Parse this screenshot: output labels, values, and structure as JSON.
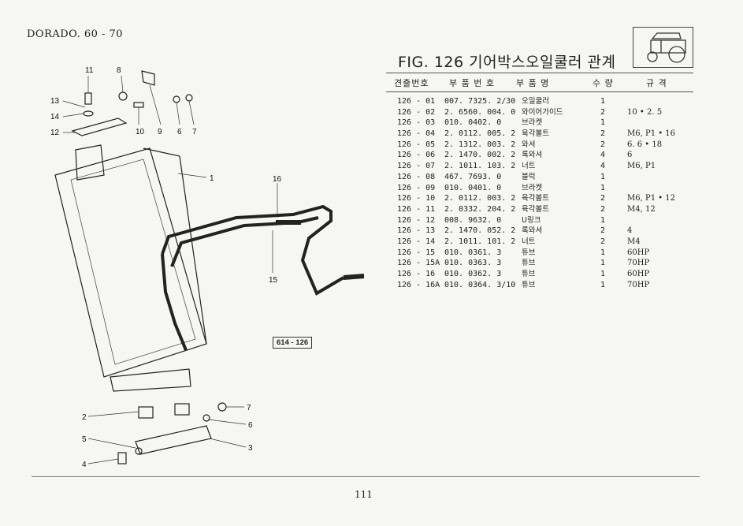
{
  "header": {
    "model": "DORADO. 60 - 70",
    "figure_title": "FIG. 126 기어박스오일쿨러 관계"
  },
  "columns": {
    "item_no": "견출번호",
    "part_no": "부 품 번 호",
    "part_name": "부 품 명",
    "qty": "수 량",
    "spec": "규 격"
  },
  "parts": [
    {
      "item": "126 - 01",
      "part_no": "007. 7325. 2/30",
      "name": "오일쿨러",
      "qty": "1",
      "spec": ""
    },
    {
      "item": "126 - 02",
      "part_no": "2. 6560. 004. 0",
      "name": "와이어가이드",
      "qty": "2",
      "spec": "10 • 2. 5"
    },
    {
      "item": "126 - 03",
      "part_no": "010. 0402. 0",
      "name": "브라켓",
      "qty": "1",
      "spec": ""
    },
    {
      "item": "126 - 04",
      "part_no": "2. 0112. 005. 2",
      "name": "육각볼트",
      "qty": "2",
      "spec": "M6, P1 • 16"
    },
    {
      "item": "126 - 05",
      "part_no": "2. 1312. 003. 2",
      "name": "와셔",
      "qty": "2",
      "spec": "6. 6 • 18"
    },
    {
      "item": "126 - 06",
      "part_no": "2. 1470. 002. 2",
      "name": "록와셔",
      "qty": "4",
      "spec": "6"
    },
    {
      "item": "126 - 07",
      "part_no": "2. 1011. 103. 2",
      "name": "너트",
      "qty": "4",
      "spec": "M6, P1"
    },
    {
      "item": "126 - 08",
      "part_no": "467. 7693. 0",
      "name": "블럭",
      "qty": "1",
      "spec": ""
    },
    {
      "item": "126 - 09",
      "part_no": "010. 0401. 0",
      "name": "브라켓",
      "qty": "1",
      "spec": ""
    },
    {
      "item": "126 - 10",
      "part_no": "2. 0112. 003. 2",
      "name": "육각볼트",
      "qty": "2",
      "spec": "M6, P1 • 12"
    },
    {
      "item": "126 - 11",
      "part_no": "2. 0332. 204. 2",
      "name": "육각볼트",
      "qty": "2",
      "spec": "M4, 12"
    },
    {
      "item": "126 - 12",
      "part_no": "008. 9632. 0",
      "name": "U링크",
      "qty": "1",
      "spec": ""
    },
    {
      "item": "126 - 13",
      "part_no": "2. 1470. 052. 2",
      "name": "록와셔",
      "qty": "2",
      "spec": "4"
    },
    {
      "item": "126 - 14",
      "part_no": "2. 1011. 101. 2",
      "name": "너트",
      "qty": "2",
      "spec": "M4"
    },
    {
      "item": "126 - 15",
      "part_no": "010. 0361. 3",
      "name": "튜브",
      "qty": "1",
      "spec": "60HP"
    },
    {
      "item": "126 - 15A",
      "part_no": "010. 0363. 3",
      "name": "튜브",
      "qty": "1",
      "spec": "70HP"
    },
    {
      "item": "126 - 16",
      "part_no": "010. 0362. 3",
      "name": "튜브",
      "qty": "1",
      "spec": "60HP"
    },
    {
      "item": "126 - 16A",
      "part_no": "010. 0364. 3/10",
      "name": "튜브",
      "qty": "1",
      "spec": "70HP"
    }
  ],
  "diagram": {
    "callouts": [
      "11",
      "8",
      "13",
      "14",
      "12",
      "10",
      "9",
      "6",
      "7",
      "1",
      "16",
      "15",
      "2",
      "5",
      "4",
      "7",
      "6",
      "3"
    ],
    "reference": "614 - 126"
  },
  "footer": {
    "page_number": "111"
  }
}
